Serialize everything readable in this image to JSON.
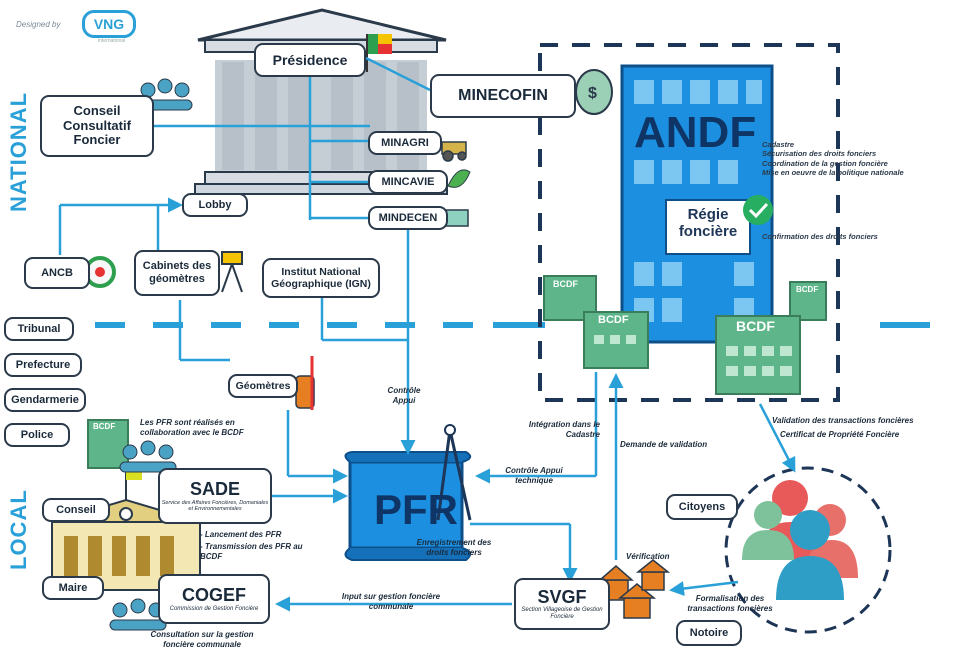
{
  "branding": {
    "designed_by": "Designed by",
    "logo": "VNG",
    "logo_sub": "international"
  },
  "levels": {
    "national": "NATIONAL",
    "local": "LOCAL"
  },
  "national": {
    "presidence": "Présidence",
    "minecofin": "MINECOFIN",
    "conseil": "Conseil Consultatif Foncier",
    "minagri": "MINAGRI",
    "mincavie": "MINCAVIE",
    "mindecen": "MINDECEN",
    "lobby": "Lobby",
    "ancb": "ANCB",
    "cabinets": "Cabinets des géomètres",
    "ign": "Institut National Géographique (IGN)"
  },
  "andf": {
    "title": "ANDF",
    "regie": "Régie foncière",
    "notes": [
      "Cadastre",
      "Sécurisation des droits fonciers",
      "Coordination de la gestion foncière",
      "Mise en oeuvre de la politique nationale"
    ],
    "confirmation": "Confirmation des droits fonciers"
  },
  "bcdf_label": "BCDF",
  "institutions": [
    "Tribunal",
    "Prefecture",
    "Gendarmerie",
    "Police"
  ],
  "local": {
    "geometres": "Géomètres",
    "pfr": "PFR",
    "sade": "SADE",
    "sade_full": "Service des Affaires Foncières, Domaniales et Environnementales",
    "conseil": "Conseil",
    "maire": "Maire",
    "cogef": "COGEF",
    "cogef_full": "Commission de Gestion Foncière",
    "svgf": "SVGF",
    "svgf_full": "Section Villageoise de Gestion Foncière",
    "citoyens": "Citoyens",
    "notoire": "Notoire"
  },
  "annotations": {
    "pfr_collab": "Les PFR sont réalisés en collaboration avec le BCDF",
    "lancement": "- Lancement des PFR",
    "transmission": "- Transmission des PFR au BCDF",
    "controle_appui": "Contrôle Appui",
    "integration": "Intégration dans le Cadastre",
    "demande": "Demande de validation",
    "controle_tech": "Contrôle Appui technique",
    "enregistrement": "Enregistrement des droits fonciers",
    "verification": "Vérification",
    "validation": "Validation des transactions foncières",
    "certificat": "Certificat de Propriété Foncière",
    "formalisation": "Formalisation des transactions foncières",
    "input": "Input sur gestion foncière communale",
    "consultation": "Consultation sur la gestion foncière communale"
  },
  "colors": {
    "accent": "#2aa0d8",
    "andf_blue": "#1c8fe0",
    "bcdf_green": "#5fb58a",
    "dark": "#2b3a4a"
  }
}
